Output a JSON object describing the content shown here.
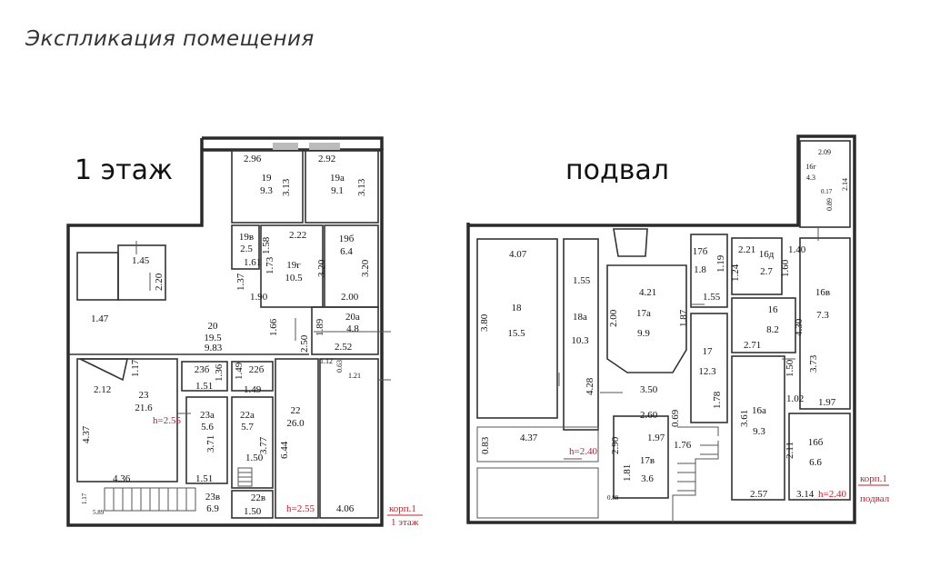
{
  "title": "Экспликация помещения",
  "floors": {
    "first": {
      "label": "1 этаж",
      "stamp": [
        "корп.1",
        "1 этаж"
      ],
      "height": "h=2.55",
      "rooms": [
        {
          "id": "19",
          "area": "9.3"
        },
        {
          "id": "19а",
          "area": "9.1"
        },
        {
          "id": "19в",
          "area": "2.5"
        },
        {
          "id": "19г",
          "area": "10.5"
        },
        {
          "id": "19б",
          "area": "6.4"
        },
        {
          "id": "20",
          "area": "19.5"
        },
        {
          "id": "20а",
          "area": "4.8"
        },
        {
          "id": "23",
          "area": "21.6"
        },
        {
          "id": "23б",
          "area": ""
        },
        {
          "id": "22б",
          "area": ""
        },
        {
          "id": "23а",
          "area": "5.6"
        },
        {
          "id": "22а",
          "area": "5.7"
        },
        {
          "id": "22",
          "area": "26.0"
        },
        {
          "id": "23в",
          "area": "6.9"
        },
        {
          "id": "22в",
          "area": ""
        }
      ],
      "dims": [
        "2.96",
        "2.92",
        "3.13",
        "3.13",
        "2.22",
        "1.58",
        "1.61",
        "1.73",
        "3.20",
        "3.20",
        "1.45",
        "2.20",
        "1.37",
        "1.90",
        "2.00",
        "1.47",
        "1.66",
        "1.89",
        "9.83",
        "2.50",
        "2.52",
        "1.17",
        "1.36",
        "1.51",
        "1.49",
        "1.49",
        "1.12",
        "0.63",
        "1.21",
        "2.12",
        "3.71",
        "3.77",
        "6.44",
        "4.37",
        "4.36",
        "1.51",
        "1.50",
        "1.17",
        "5.89",
        "1.50",
        "4.06"
      ]
    },
    "basement": {
      "label": "подвал",
      "stamp": [
        "корп.1",
        "подвал"
      ],
      "height": "h=2.40",
      "rooms": [
        {
          "id": "18",
          "area": "15.5"
        },
        {
          "id": "18а",
          "area": "10.3"
        },
        {
          "id": "17а",
          "area": "9.9"
        },
        {
          "id": "17б",
          "area": "1.8"
        },
        {
          "id": "16д",
          "area": "2.7"
        },
        {
          "id": "16г",
          "area": "4.3"
        },
        {
          "id": "17",
          "area": "12.3"
        },
        {
          "id": "16",
          "area": "8.2"
        },
        {
          "id": "16в",
          "area": "7.3"
        },
        {
          "id": "16а",
          "area": "9.3"
        },
        {
          "id": "17в",
          "area": "3.6"
        },
        {
          "id": "16б",
          "area": "6.6"
        }
      ],
      "dims": [
        "4.07",
        "3.80",
        "1.55",
        "4.21",
        "2.00",
        "1.87",
        "1.19",
        "1.55",
        "2.21",
        "1.24",
        "1.60",
        "1.40",
        "2.09",
        "0.17",
        "0.89",
        "2.14",
        "4.30",
        "3.73",
        "2.71",
        "1.50",
        "1.02",
        "1.97",
        "4.28",
        "3.50",
        "1.78",
        "2.60",
        "1.97",
        "0.69",
        "1.76",
        "3.61",
        "2.11",
        "1.81",
        "2.90",
        "0.83",
        "4.37",
        "0.88",
        "2.57",
        "3.14"
      ]
    }
  }
}
